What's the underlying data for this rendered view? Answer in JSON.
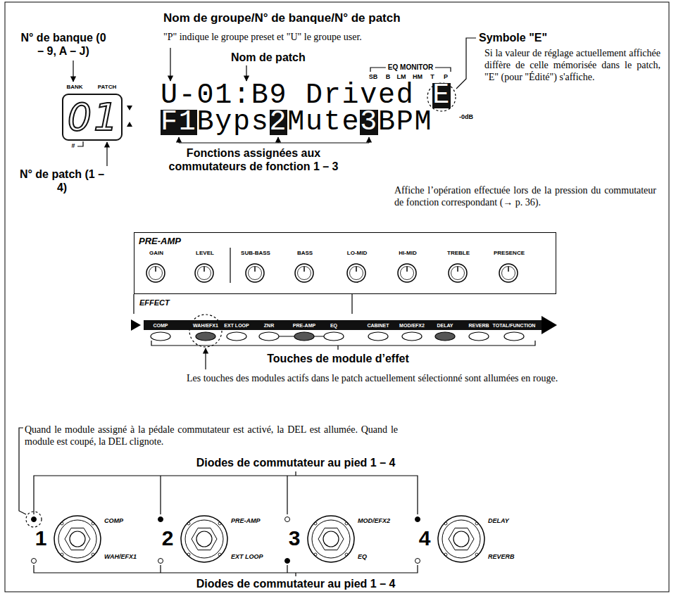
{
  "diagram": {
    "nodes": [
      {
        "text": [
          "01"
        ]
      },
      {
        "text": [
          "U-01:B9 Drived",
          "E",
          "F1",
          "Byps",
          "2",
          "Mute",
          "3",
          "BPM"
        ]
      },
      {
        "text": [
          "PRE-AMP",
          "GAIN",
          "LEVEL",
          "SUB-BASS",
          "BASS",
          "LO-MID",
          "HI-MID",
          "TREBLE",
          "PRESENCE"
        ]
      },
      {
        "text": [
          "EFFECT",
          "COMP",
          "WAH/EFX1",
          "EXT LOOP",
          "ZNR",
          "PRE-AMP",
          "EQ",
          "CABINET",
          "MOD/EFX2",
          "DELAY",
          "REVERB",
          "TOTAL/FUNCTION"
        ]
      }
    ],
    "labels": [
      "N° de banque (0 – 9, A – J)",
      "BANK",
      "PATCH",
      "#",
      "N° de patch (1 – 4)",
      "Nom de groupe/N° de banque/N° de patch",
      "\"P\" indique le groupe preset et \"U\" le groupe user.",
      "Nom de patch",
      "EQ MONITOR",
      "SB",
      "B",
      "LM",
      "HM",
      "T",
      "P",
      "Symbole \"E\"",
      "Si la valeur de réglage actuellement affichée diffère de celle mémorisée dans le patch, \"E\" (pour \"Édité\") s'affiche.",
      "-0dB",
      "Fonctions assignées aux commutateurs de fonction 1 – 3",
      "Affiche l’opération effectuée lors de la pression du commutateur de fonction correspondant (→ p. 36).",
      "Touches de module d’effet",
      "Les touches des modules actifs dans le patch actuellement sélectionné sont allumées en rouge.",
      "Quand le module assigné à la pédale commutateur est activé, la DEL est allumée. Quand le module est coupé, la DEL clignote.",
      "Diodes de commutateur au pied 1 – 4",
      "1",
      "COMP",
      "WAH/EFX1",
      "2",
      "PRE-AMP",
      "EXT LOOP",
      "3",
      "MOD/EFX2",
      "EQ",
      "4",
      "DELAY",
      "REVERB",
      "Diodes de commutateur au pied 1 – 4"
    ]
  }
}
